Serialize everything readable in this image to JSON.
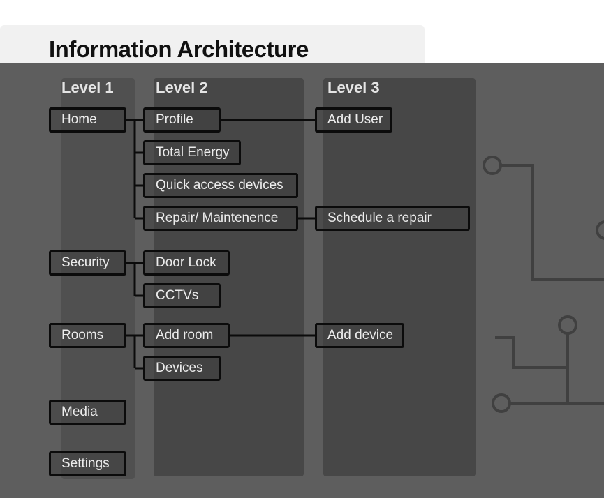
{
  "title": "Information Architecture",
  "colors": {
    "canvas": "#5e5e5e",
    "column_level1": "#505050",
    "column_level2_3": "#474747",
    "node_border": "#0b0b0b",
    "node_text": "#ececec",
    "connector": "#0b0b0b",
    "decoration": "#404040"
  },
  "columns": {
    "level1": "Level 1",
    "level2": "Level 2",
    "level3": "Level 3"
  },
  "nodes": {
    "home": "Home",
    "profile": "Profile",
    "add_user": "Add User",
    "total_energy": "Total Energy",
    "quick_access_devices": "Quick access devices",
    "repair_maintenance": "Repair/ Maintenence",
    "schedule_repair": "Schedule a repair",
    "security": "Security",
    "door_lock": "Door Lock",
    "cctvs": "CCTVs",
    "rooms": "Rooms",
    "add_room": "Add room",
    "add_device": "Add device",
    "devices": "Devices",
    "media": "Media",
    "settings": "Settings"
  }
}
